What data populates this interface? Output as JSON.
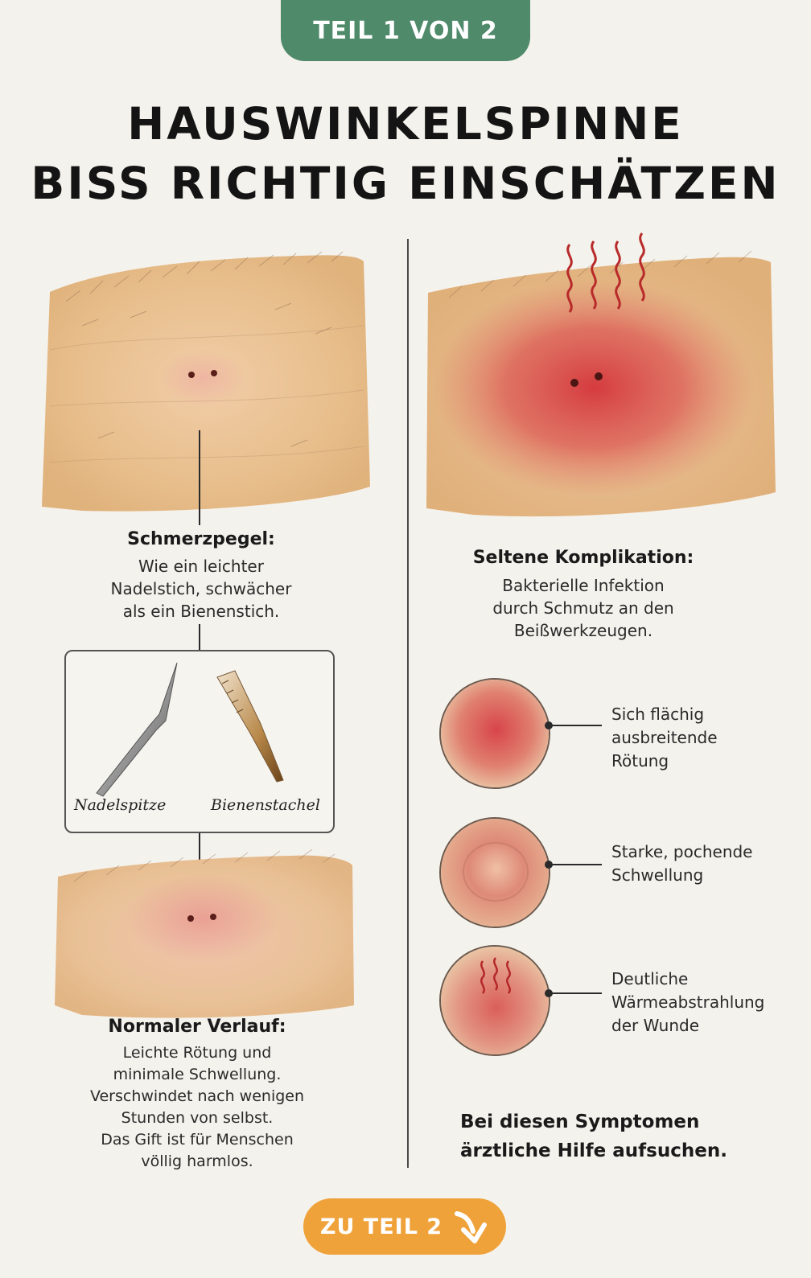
{
  "badge": {
    "label": "TEIL 1 VON 2"
  },
  "title": {
    "line1": "HAUSWINKELSPINNE",
    "line2": "BISS RICHTIG EINSCHÄTZEN"
  },
  "left": {
    "pain": {
      "heading": "Schmerzpegel:",
      "lines": [
        "Wie ein leichter",
        "Nadelstich, schwächer",
        "als ein Bienenstich."
      ]
    },
    "comparison": {
      "needle_label": "Nadelspitze",
      "sting_label": "Bienenstachel"
    },
    "normal": {
      "heading": "Normaler Verlauf:",
      "lines": [
        "Leichte Rötung und",
        "minimale Schwellung.",
        "Verschwindet nach wenigen",
        "Stunden von selbst.",
        "Das Gift ist für Menschen",
        "völlig harmlos."
      ]
    }
  },
  "right": {
    "complication": {
      "heading": "Seltene Komplikation:",
      "lines": [
        "Bakterielle Infektion",
        "durch Schmutz an den",
        "Beißwerkzeugen."
      ]
    },
    "symptoms": [
      {
        "lines": [
          "Sich flächig",
          "ausbreitende",
          "Rötung"
        ]
      },
      {
        "lines": [
          "Starke, pochende",
          "Schwellung"
        ]
      },
      {
        "lines": [
          "Deutliche",
          "Wärmeabstrahlung",
          "der Wunde"
        ]
      }
    ],
    "warning": {
      "line1": "Bei diesen Symptomen",
      "line2": "ärztliche Hilfe aufsuchen."
    }
  },
  "cta": {
    "label": "ZU TEIL 2"
  },
  "colors": {
    "badge": "#4f8a6a",
    "cta": "#f0a23a",
    "background": "#f4f2ec",
    "skin": "#e9c496",
    "redness": "#d9484a"
  },
  "icons": {
    "cta_arrow": "arrow-down-right-icon",
    "heat": "heat-wave-icon"
  }
}
